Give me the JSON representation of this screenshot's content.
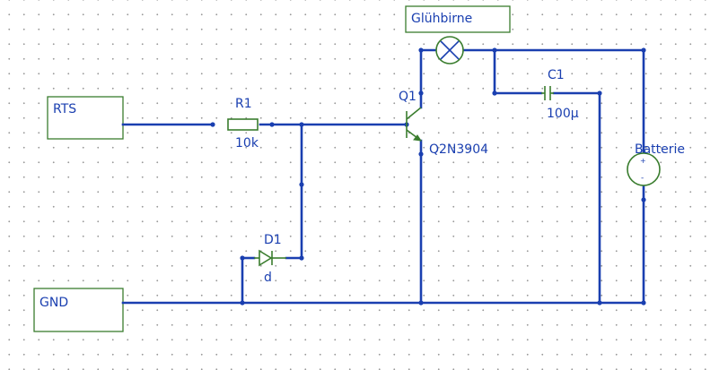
{
  "ports": {
    "rts": "RTS",
    "gnd": "GND",
    "lamp": "Glühbirne"
  },
  "components": {
    "r1_ref": "R1",
    "r1_value": "10k",
    "d1_ref": "D1",
    "d1_value": "d",
    "q1_ref": "Q1",
    "q1_value": "Q2N3904",
    "c1_ref": "C1",
    "c1_value": "100µ",
    "battery_ref": "Batterie",
    "battery_plus": "+",
    "battery_minus": "-"
  },
  "colors": {
    "wire": "#1a3fb0",
    "symbol": "#3a7d2e",
    "grid_dot": "#9a9a9a"
  }
}
